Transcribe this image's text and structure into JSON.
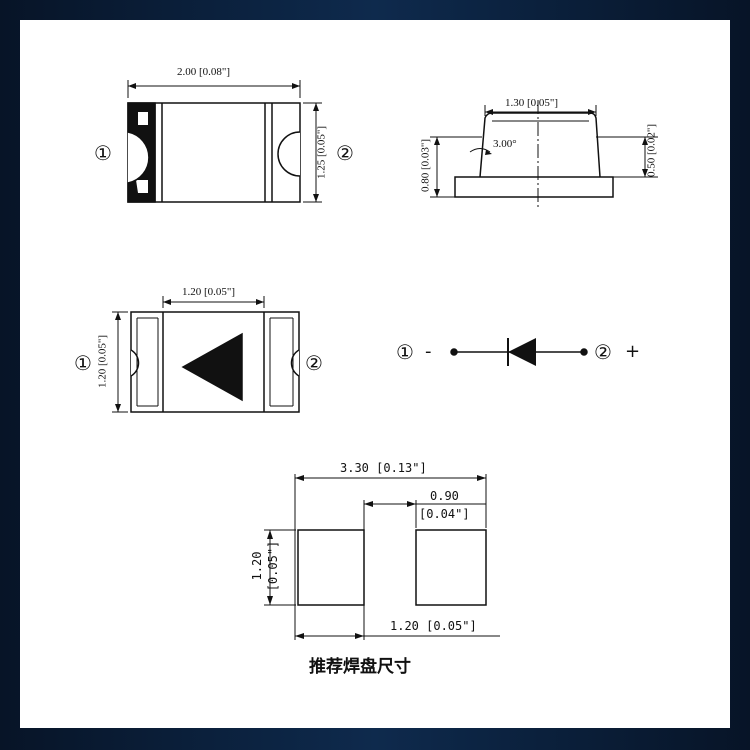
{
  "top_view": {
    "width_label": "2.00 [0.08\"]",
    "height_label": "1.25 [0.05\"]",
    "pin1": "①",
    "pin2": "②"
  },
  "side_view": {
    "top_width_label": "1.30 [0.05\"]",
    "angle_label": "3.00°",
    "total_height_label": "0.80 [0.03\"]",
    "dome_height_label": "0.50 [0.02\"]"
  },
  "bottom_view": {
    "width_label": "1.20 [0.05\"]",
    "height_label": "1.20 [0.05\"]",
    "pin1": "①",
    "pin2": "②"
  },
  "schematic": {
    "pin1": "①",
    "pin1_sign": "-",
    "pin2": "②",
    "pin2_sign": "+"
  },
  "footprint": {
    "overall_label": "3.30 [0.13\"]",
    "gap_label_top": "0.90",
    "gap_label_bottom": "[0.04\"]",
    "pad_height_label_a": "1.20",
    "pad_height_label_b": "[0.05\"]",
    "pad_width_label": "1.20 [0.05\"]",
    "caption": "推荐焊盘尺寸"
  }
}
